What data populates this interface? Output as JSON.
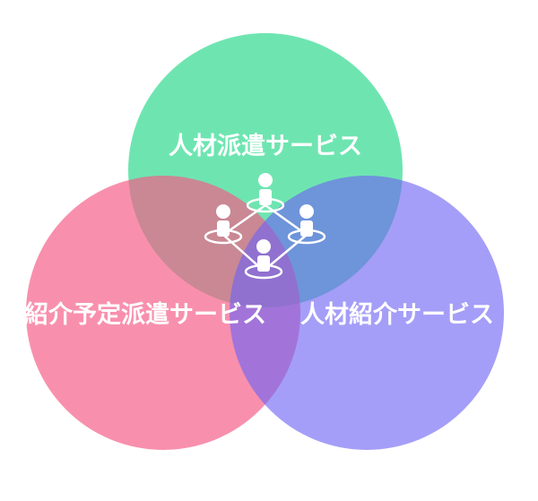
{
  "diagram": {
    "type": "venn",
    "sets": [
      {
        "id": "top",
        "label": "人材派遣サービス",
        "color": "#3ddc97"
      },
      {
        "id": "left",
        "label": "紹介予定派遣サービス",
        "color": "#f45b86"
      },
      {
        "id": "right",
        "label": "人材紹介サービス",
        "color": "#7b70f5"
      }
    ],
    "center_icon": "people-network-icon",
    "background": "#ffffff"
  }
}
